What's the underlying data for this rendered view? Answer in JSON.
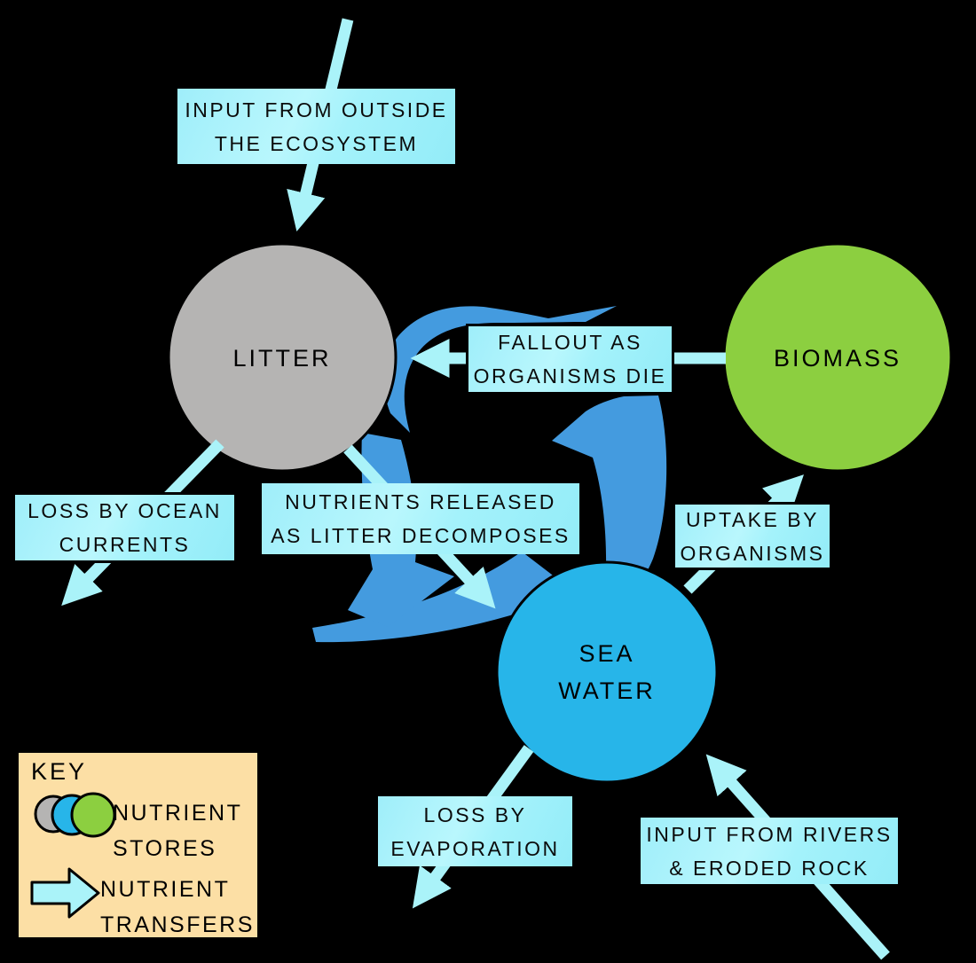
{
  "colors": {
    "background": "#000000",
    "litter_store": "#b5b4b3",
    "biomass_store": "#8ccf40",
    "seawater_store": "#27b5e9",
    "cycle_arrow": "#449bdf",
    "transfer_arrow": "#aaf3f9",
    "label_box": "#a4f2fb",
    "key_box": "#fcdfa5"
  },
  "nodes": {
    "litter": {
      "label": "LITTER"
    },
    "biomass": {
      "label": "BIOMASS"
    },
    "seawater": {
      "line1": "SEA",
      "line2": "WATER"
    }
  },
  "labels": {
    "input_outside": {
      "line1": "INPUT FROM OUTSIDE",
      "line2": "THE ECOSYSTEM"
    },
    "fallout": {
      "line1": "FALLOUT AS",
      "line2": "ORGANISMS DIE"
    },
    "nutrients_released": {
      "line1": "NUTRIENTS RELEASED",
      "line2": "AS LITTER DECOMPOSES"
    },
    "loss_ocean": {
      "line1": "LOSS BY OCEAN",
      "line2": "CURRENTS"
    },
    "uptake": {
      "line1": "UPTAKE BY",
      "line2": "ORGANISMS"
    },
    "loss_evaporation": {
      "line1": "LOSS BY",
      "line2": "EVAPORATION"
    },
    "input_rivers": {
      "line1": "INPUT FROM RIVERS",
      "line2": "& ERODED ROCK"
    }
  },
  "key": {
    "title": "KEY",
    "stores": {
      "line1": "NUTRIENT",
      "line2": "STORES"
    },
    "transfers": {
      "line1": "NUTRIENT",
      "line2": "TRANSFERS"
    }
  }
}
